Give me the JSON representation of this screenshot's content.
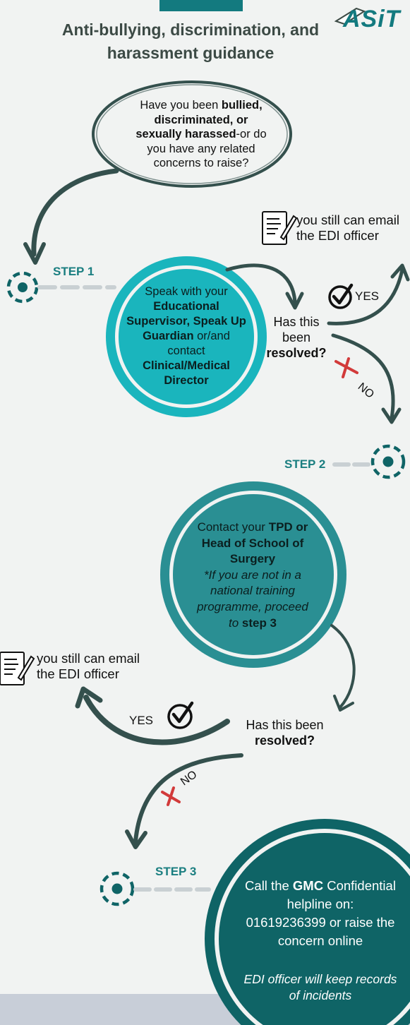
{
  "header": {
    "title_line1": "Anti-bullying, discrimination, and",
    "title_line2": "harassment guidance",
    "logo_text": "ASiT"
  },
  "intro": {
    "line1_a": "Have you been ",
    "line1_b": "bullied,",
    "line2": "discriminated, or",
    "line3_a": "sexually harassed",
    "line3_b": "-or do",
    "line4": "you have any related",
    "line5": "concerns to raise?"
  },
  "edi_note_top": {
    "line1": "you still can email",
    "line2": "the EDI officer"
  },
  "edi_note_mid": {
    "line1": "you still can email",
    "line2": "the EDI officer"
  },
  "step1": {
    "label": "STEP 1",
    "l1": "Speak with your",
    "l2": "Educational",
    "l3": "Supervisor, Speak Up",
    "l4a": "Guardian",
    "l4b": " or/and",
    "l5": "contact",
    "l6": "Clinical/Medical",
    "l7": "Director"
  },
  "question1": {
    "l1": "Has this",
    "l2": "been",
    "l3": "resolved?"
  },
  "question2": {
    "l1": "Has this been",
    "l2": "resolved?"
  },
  "yes_label": "YES",
  "no_label": "NO",
  "step2": {
    "label": "STEP 2",
    "l1a": "Contact your ",
    "l1b": "TPD or",
    "l2": "Head of School of",
    "l3": "Surgery",
    "l4": "*If you are not in a",
    "l5": "national training",
    "l6": "programme, proceed",
    "l7a": "to ",
    "l7b": "step 3"
  },
  "step3": {
    "label": "STEP 3",
    "l1a": "Call the ",
    "l1b": "GMC",
    "l1c": " Confidential",
    "l2": "helpline on:",
    "l3": "01619236399 or raise the",
    "l4": "concern online",
    "note1": "EDI officer will keep records",
    "note2": "of incidents"
  },
  "colors": {
    "teal_light": "#1ab5bd",
    "teal_mid": "#2a8f93",
    "teal_dark": "#0f6466",
    "arrow": "#34504d",
    "dash": "#c9d0d3",
    "cross": "#d23a3a",
    "step_text": "#1a7e80"
  }
}
